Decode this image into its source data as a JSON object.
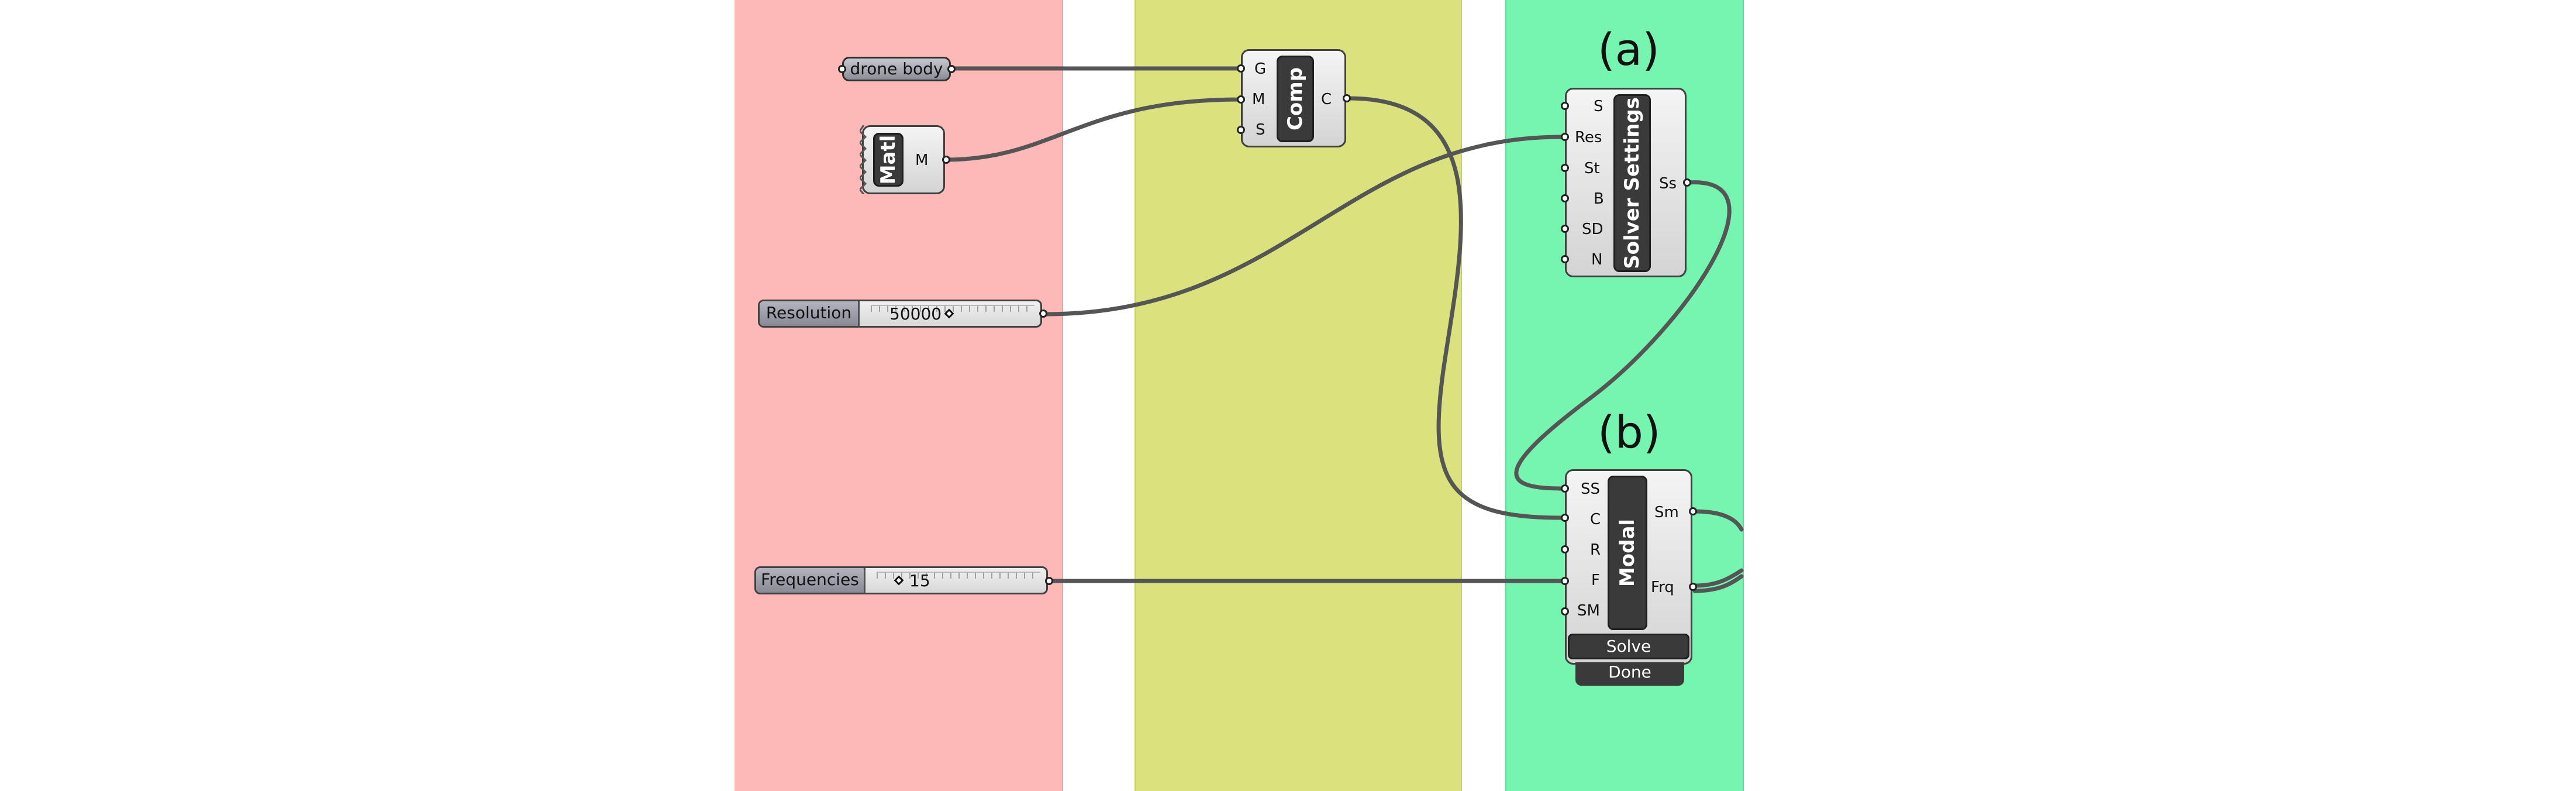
{
  "zones": {
    "green_label_a": "(a)",
    "green_label_b": "(b)"
  },
  "components": {
    "drone_body": {
      "label": "drone body"
    },
    "matl": {
      "nickname": "Matl",
      "outputs": [
        "M"
      ]
    },
    "resolution_slider": {
      "label": "Resolution",
      "value": "50000"
    },
    "frequencies_slider": {
      "label": "Frequencies",
      "value": "15"
    },
    "comp": {
      "nickname": "Comp",
      "inputs": [
        "G",
        "M",
        "S"
      ],
      "outputs": [
        "C"
      ]
    },
    "solver_settings": {
      "nickname": "Solver Settings",
      "inputs": [
        "S",
        "Res",
        "St",
        "B",
        "SD",
        "N"
      ],
      "outputs": [
        "Ss"
      ]
    },
    "modal": {
      "nickname": "Modal",
      "inputs": [
        "SS",
        "C",
        "R",
        "F",
        "SM"
      ],
      "outputs": [
        "Sm",
        "Frq"
      ],
      "button_label": "Solve",
      "status": "Done"
    }
  },
  "colors": {
    "zone_red": "#fdb8b8",
    "zone_yellow": "#dbe27d",
    "zone_green": "#76f5b1",
    "wire": "#555555"
  }
}
